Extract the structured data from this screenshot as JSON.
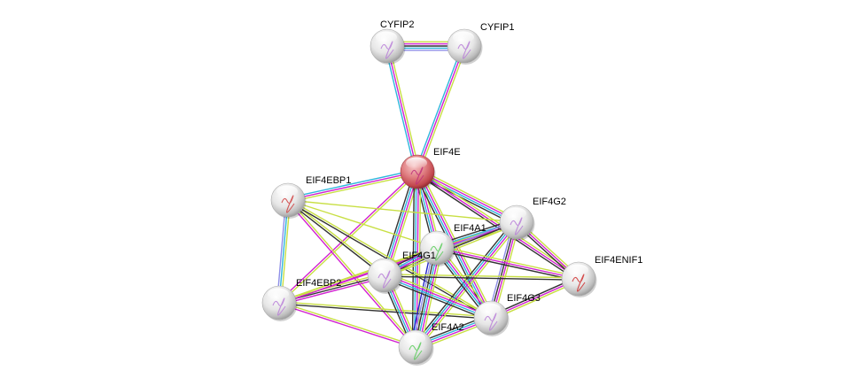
{
  "network": {
    "edge_colors": {
      "textmining": "#c8df43",
      "experiments": "#d11fd1",
      "databases": "#2fb6dc",
      "coexpression": "#333333",
      "homology": "#8f8fe8",
      "neighborhood": "#2424c8"
    },
    "nodes": [
      {
        "id": "CYFIP2",
        "label": "CYFIP2",
        "query": false,
        "structure": "#b87fd8"
      },
      {
        "id": "CYFIP1",
        "label": "CYFIP1",
        "query": false,
        "structure": "#b87fd8"
      },
      {
        "id": "EIF4E",
        "label": "EIF4E",
        "query": true,
        "structure": "#c0307a"
      },
      {
        "id": "EIF4EBP1",
        "label": "EIF4EBP1",
        "query": false,
        "structure": "#d04040"
      },
      {
        "id": "EIF4G2",
        "label": "EIF4G2",
        "query": false,
        "structure": "#b87fd8"
      },
      {
        "id": "EIF4A1",
        "label": "EIF4A1",
        "query": false,
        "structure": "#5ccc5c"
      },
      {
        "id": "EIF4G1",
        "label": "EIF4G1",
        "query": false,
        "structure": "#b87fd8"
      },
      {
        "id": "EIF4ENIF1",
        "label": "EIF4ENIF1",
        "query": false,
        "structure": "#d03030"
      },
      {
        "id": "EIF4EBP2",
        "label": "EIF4EBP2",
        "query": false,
        "structure": "#b87fd8"
      },
      {
        "id": "EIF4G3",
        "label": "EIF4G3",
        "query": false,
        "structure": "#b87fd8"
      },
      {
        "id": "EIF4A2",
        "label": "EIF4A2",
        "query": false,
        "structure": "#5ccc5c"
      }
    ],
    "edges": [
      {
        "source": "CYFIP2",
        "target": "CYFIP1",
        "types": [
          "textmining",
          "experiments",
          "coexpression",
          "databases",
          "homology"
        ]
      },
      {
        "source": "CYFIP2",
        "target": "EIF4E",
        "types": [
          "textmining",
          "experiments",
          "databases"
        ]
      },
      {
        "source": "CYFIP1",
        "target": "EIF4E",
        "types": [
          "textmining",
          "experiments",
          "databases"
        ]
      },
      {
        "source": "EIF4E",
        "target": "EIF4EBP1",
        "types": [
          "textmining",
          "experiments",
          "databases"
        ]
      },
      {
        "source": "EIF4E",
        "target": "EIF4G2",
        "types": [
          "textmining",
          "experiments",
          "databases",
          "coexpression"
        ]
      },
      {
        "source": "EIF4E",
        "target": "EIF4A1",
        "types": [
          "textmining",
          "experiments",
          "databases",
          "coexpression"
        ]
      },
      {
        "source": "EIF4E",
        "target": "EIF4G1",
        "types": [
          "textmining",
          "experiments",
          "databases",
          "coexpression"
        ]
      },
      {
        "source": "EIF4E",
        "target": "EIF4ENIF1",
        "types": [
          "textmining",
          "experiments",
          "coexpression"
        ]
      },
      {
        "source": "EIF4E",
        "target": "EIF4EBP2",
        "types": [
          "textmining",
          "experiments"
        ]
      },
      {
        "source": "EIF4E",
        "target": "EIF4G3",
        "types": [
          "textmining",
          "experiments",
          "databases",
          "coexpression"
        ]
      },
      {
        "source": "EIF4E",
        "target": "EIF4A2",
        "types": [
          "textmining",
          "experiments",
          "databases",
          "coexpression"
        ]
      },
      {
        "source": "EIF4EBP1",
        "target": "EIF4EBP2",
        "types": [
          "textmining",
          "databases",
          "homology"
        ]
      },
      {
        "source": "EIF4EBP1",
        "target": "EIF4G2",
        "types": [
          "textmining"
        ]
      },
      {
        "source": "EIF4EBP1",
        "target": "EIF4A1",
        "types": [
          "textmining"
        ]
      },
      {
        "source": "EIF4EBP1",
        "target": "EIF4G1",
        "types": [
          "textmining",
          "coexpression"
        ]
      },
      {
        "source": "EIF4EBP1",
        "target": "EIF4G3",
        "types": [
          "textmining",
          "coexpression"
        ]
      },
      {
        "source": "EIF4EBP1",
        "target": "EIF4A2",
        "types": [
          "textmining",
          "experiments"
        ]
      },
      {
        "source": "EIF4EBP2",
        "target": "EIF4A1",
        "types": [
          "textmining",
          "experiments"
        ]
      },
      {
        "source": "EIF4EBP2",
        "target": "EIF4G1",
        "types": [
          "textmining",
          "coexpression",
          "experiments"
        ]
      },
      {
        "source": "EIF4EBP2",
        "target": "EIF4G3",
        "types": [
          "textmining",
          "coexpression"
        ]
      },
      {
        "source": "EIF4EBP2",
        "target": "EIF4A2",
        "types": [
          "textmining",
          "experiments"
        ]
      },
      {
        "source": "EIF4EBP2",
        "target": "EIF4G2",
        "types": [
          "textmining",
          "experiments"
        ]
      },
      {
        "source": "EIF4G2",
        "target": "EIF4A1",
        "types": [
          "textmining",
          "experiments",
          "databases",
          "coexpression"
        ]
      },
      {
        "source": "EIF4G2",
        "target": "EIF4G1",
        "types": [
          "textmining",
          "coexpression",
          "homology"
        ]
      },
      {
        "source": "EIF4G2",
        "target": "EIF4ENIF1",
        "types": [
          "textmining",
          "experiments",
          "coexpression"
        ]
      },
      {
        "source": "EIF4G2",
        "target": "EIF4G3",
        "types": [
          "textmining",
          "experiments",
          "coexpression",
          "homology"
        ]
      },
      {
        "source": "EIF4G2",
        "target": "EIF4A2",
        "types": [
          "textmining",
          "experiments",
          "databases",
          "coexpression"
        ]
      },
      {
        "source": "EIF4A1",
        "target": "EIF4G1",
        "types": [
          "textmining",
          "experiments",
          "databases",
          "coexpression"
        ]
      },
      {
        "source": "EIF4A1",
        "target": "EIF4ENIF1",
        "types": [
          "textmining",
          "experiments",
          "coexpression"
        ]
      },
      {
        "source": "EIF4A1",
        "target": "EIF4G3",
        "types": [
          "textmining",
          "experiments",
          "databases",
          "coexpression"
        ]
      },
      {
        "source": "EIF4A1",
        "target": "EIF4A2",
        "types": [
          "textmining",
          "experiments",
          "databases",
          "coexpression",
          "homology",
          "neighborhood"
        ]
      },
      {
        "source": "EIF4G1",
        "target": "EIF4ENIF1",
        "types": [
          "textmining",
          "coexpression"
        ]
      },
      {
        "source": "EIF4G1",
        "target": "EIF4G3",
        "types": [
          "textmining",
          "experiments",
          "databases",
          "coexpression"
        ]
      },
      {
        "source": "EIF4G1",
        "target": "EIF4A2",
        "types": [
          "textmining",
          "experiments",
          "databases",
          "coexpression"
        ]
      },
      {
        "source": "EIF4ENIF1",
        "target": "EIF4G3",
        "types": [
          "textmining",
          "experiments",
          "coexpression"
        ]
      },
      {
        "source": "EIF4G3",
        "target": "EIF4A2",
        "types": [
          "textmining",
          "experiments",
          "databases",
          "coexpression"
        ]
      }
    ]
  }
}
